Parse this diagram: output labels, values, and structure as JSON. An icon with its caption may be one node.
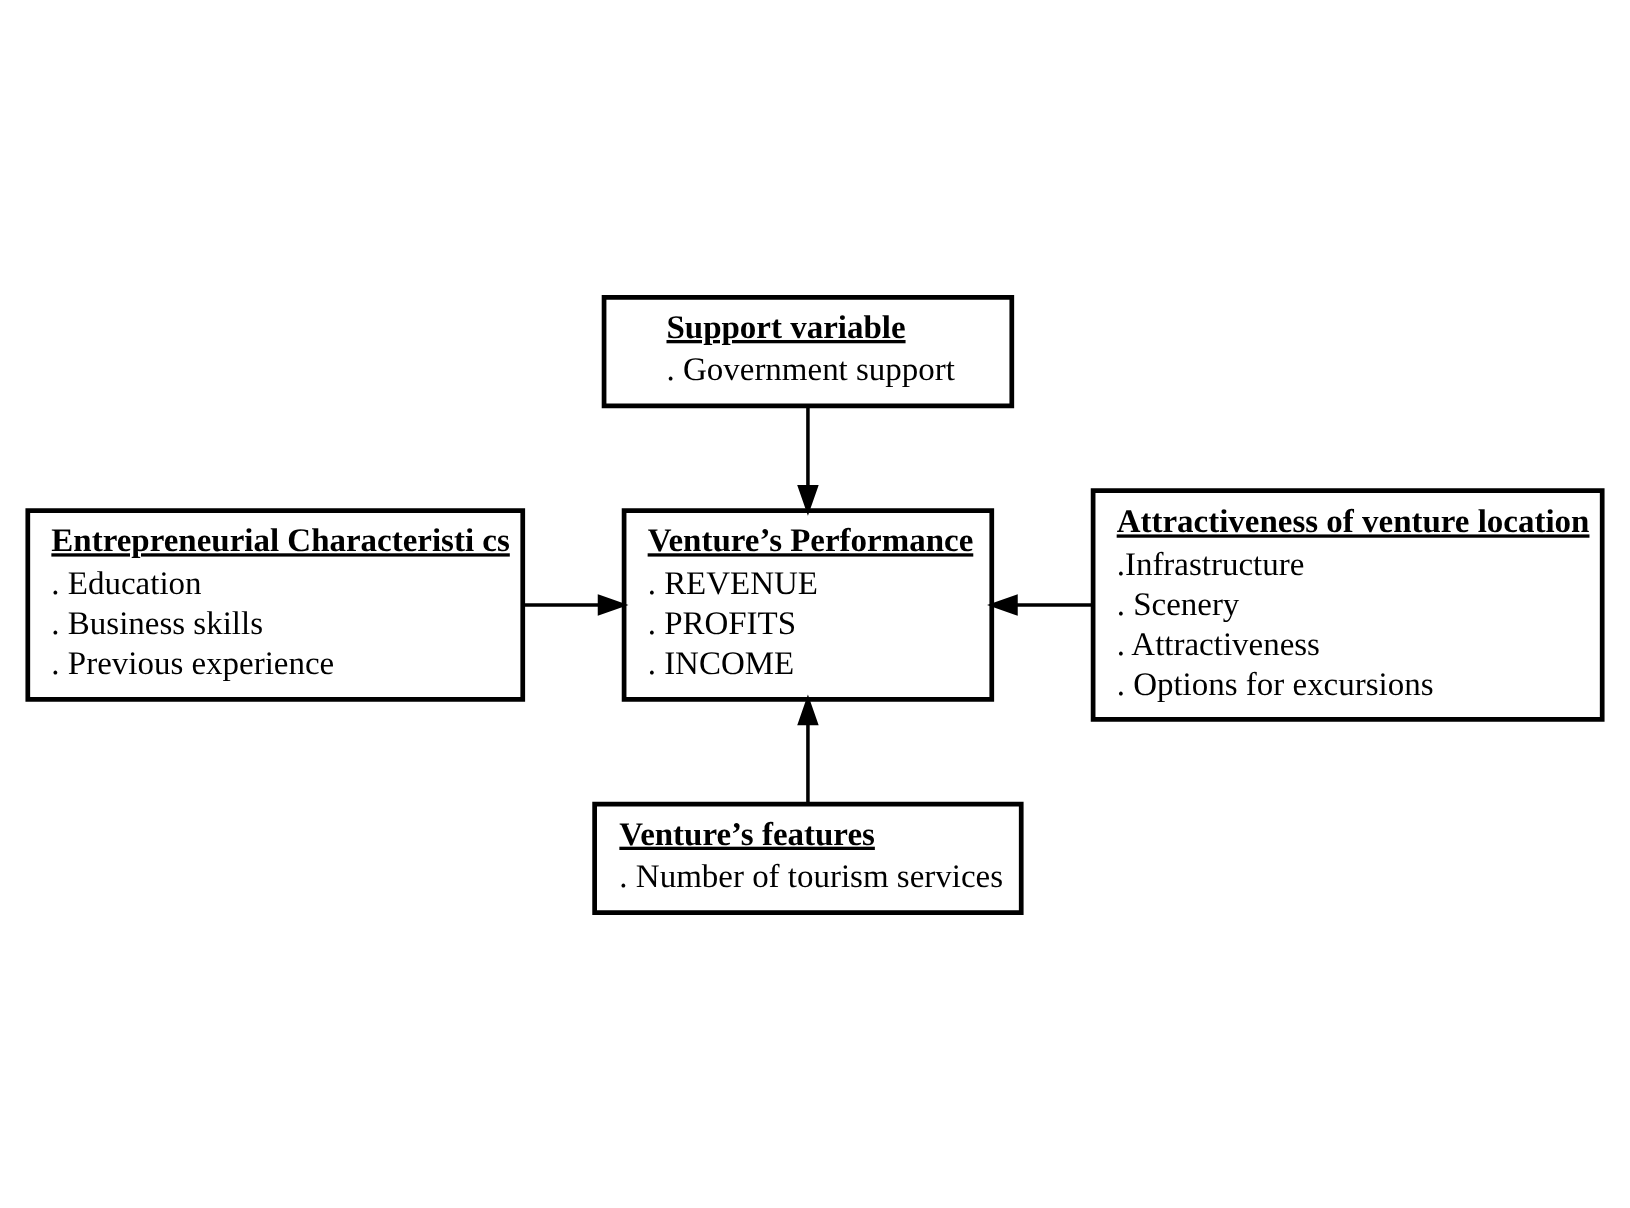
{
  "diagram": {
    "nodes": [
      {
        "text": [
          "Support variable",
          ". Government support"
        ]
      },
      {
        "text": [
          "Entrepreneurial Characteristi cs",
          ". Education",
          ". Business skills",
          ". Previous experience"
        ]
      },
      {
        "text": [
          "Venture’s Performance",
          ". REVENUE",
          ". PROFITS",
          ". INCOME"
        ]
      },
      {
        "text": [
          "Attractiveness of venture location",
          ".Infrastructure",
          ". Scenery",
          ". Attractiveness",
          ". Options for excursions"
        ]
      },
      {
        "text": [
          "Venture’s features",
          ". Number of tourism services"
        ]
      }
    ],
    "edges": [
      {
        "from": 0,
        "to": 2,
        "arrow": "to"
      },
      {
        "from": 1,
        "to": 2,
        "arrow": "to"
      },
      {
        "from": 3,
        "to": 2,
        "arrow": "to"
      },
      {
        "from": 4,
        "to": 2,
        "arrow": "to"
      }
    ]
  }
}
